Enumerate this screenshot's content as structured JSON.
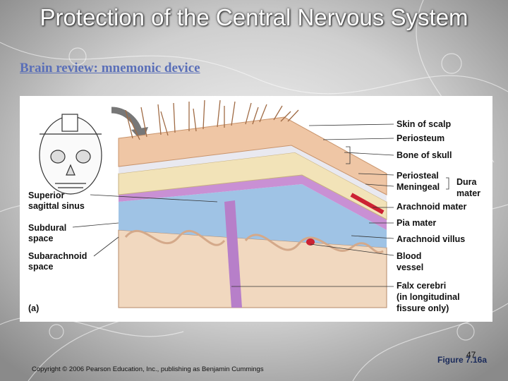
{
  "slide": {
    "title": "Protection of the Central Nervous System",
    "link_text": "Brain review: mnemonic device",
    "copyright": "Copyright © 2006 Pearson Education, Inc., publishing as Benjamin Cummings",
    "page_number": "47",
    "figure_ref": "Figure 7.16a"
  },
  "figure": {
    "panel_label": "(a)",
    "labels_left": {
      "superior_sagittal_sinus": [
        "Superior",
        "sagittal sinus"
      ],
      "subdural_space": [
        "Subdural",
        "space"
      ],
      "subarachnoid_space": [
        "Subarachnoid",
        "space"
      ]
    },
    "labels_right": {
      "skin_of_scalp": "Skin of scalp",
      "periosteum": "Periosteum",
      "bone_of_skull": "Bone of skull",
      "periosteal": "Periosteal",
      "meningeal": "Meningeal",
      "dura": "Dura",
      "mater": "mater",
      "arachnoid_mater": "Arachnoid mater",
      "pia_mater": "Pia mater",
      "arachnoid_villus": "Arachnoid villus",
      "blood": "Blood",
      "vessel": "vessel",
      "falx_cerebri": "Falx cerebri",
      "falx_note_1": "(in longitudinal",
      "falx_note_2": "fissure only)"
    }
  }
}
